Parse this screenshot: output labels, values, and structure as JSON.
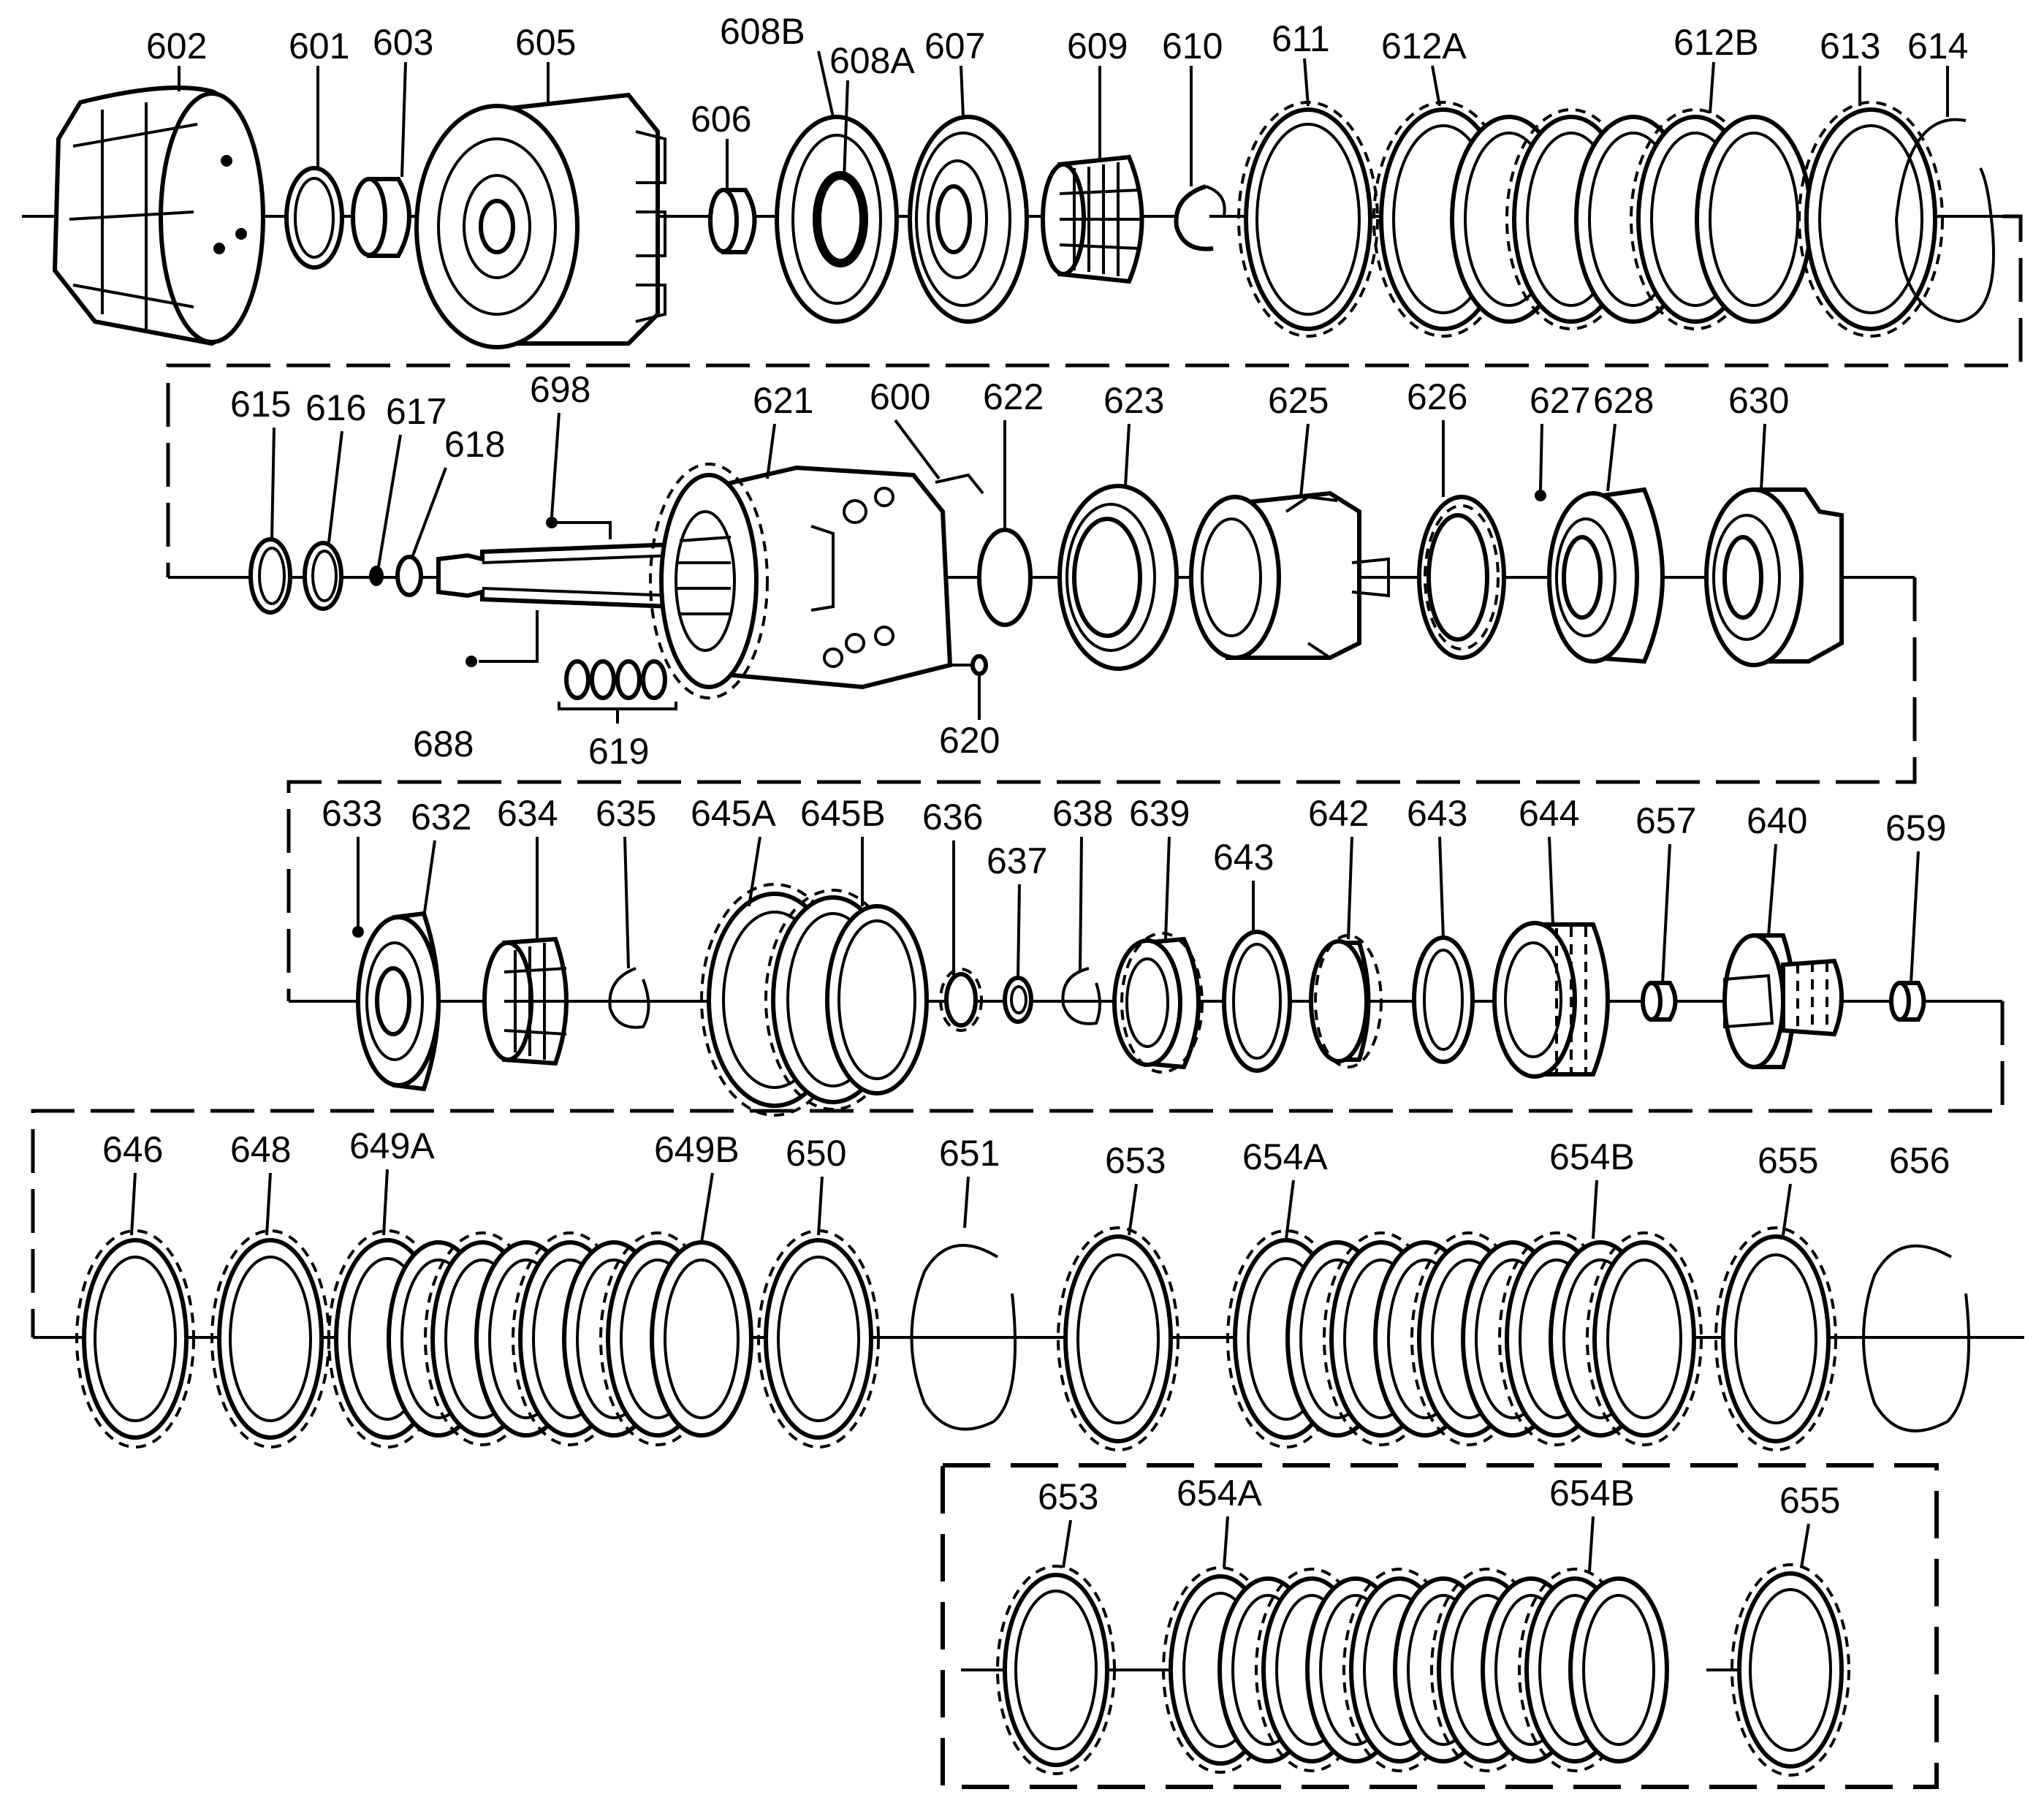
{
  "rows": [
    {
      "id": "row1",
      "parts": [
        {
          "label": "602",
          "kind": "drum"
        },
        {
          "label": "601",
          "kind": "ring"
        },
        {
          "label": "603",
          "kind": "bushing"
        },
        {
          "label": "605",
          "kind": "drum"
        },
        {
          "label": "606",
          "kind": "bushing"
        },
        {
          "label": "608B",
          "kind": "washer"
        },
        {
          "label": "608A",
          "kind": "washer"
        },
        {
          "label": "607",
          "kind": "piston"
        },
        {
          "label": "609",
          "kind": "bearing"
        },
        {
          "label": "610",
          "kind": "snapring"
        },
        {
          "label": "611",
          "kind": "plate"
        },
        {
          "label": "612A",
          "kind": "plate"
        },
        {
          "label": "612B",
          "kind": "plate"
        },
        {
          "label": "613",
          "kind": "plate"
        },
        {
          "label": "614",
          "kind": "snapring"
        }
      ]
    },
    {
      "id": "row2",
      "parts": [
        {
          "label": "615",
          "kind": "ring"
        },
        {
          "label": "616",
          "kind": "ring"
        },
        {
          "label": "617",
          "kind": "ring"
        },
        {
          "label": "618",
          "kind": "ring"
        },
        {
          "label": "698",
          "kind": "ring"
        },
        {
          "label": "621",
          "kind": "drum"
        },
        {
          "label": "600",
          "kind": "ring"
        },
        {
          "label": "622",
          "kind": "ring"
        },
        {
          "label": "623",
          "kind": "piston"
        },
        {
          "label": "625",
          "kind": "drum"
        },
        {
          "label": "626",
          "kind": "bearing"
        },
        {
          "label": "627",
          "kind": "ring"
        },
        {
          "label": "628",
          "kind": "piston"
        },
        {
          "label": "630",
          "kind": "piston"
        },
        {
          "label": "688",
          "kind": "ring"
        },
        {
          "label": "619",
          "kind": "ring"
        },
        {
          "label": "620",
          "kind": "ring"
        }
      ]
    },
    {
      "id": "row3",
      "parts": [
        {
          "label": "633",
          "kind": "ring"
        },
        {
          "label": "632",
          "kind": "piston"
        },
        {
          "label": "634",
          "kind": "bearing"
        },
        {
          "label": "635",
          "kind": "snapring"
        },
        {
          "label": "645A",
          "kind": "plate"
        },
        {
          "label": "645B",
          "kind": "plate"
        },
        {
          "label": "636",
          "kind": "bearing"
        },
        {
          "label": "637",
          "kind": "ring"
        },
        {
          "label": "638",
          "kind": "snapring"
        },
        {
          "label": "639",
          "kind": "drum"
        },
        {
          "label": "643",
          "kind": "ring"
        },
        {
          "label": "642",
          "kind": "bearing"
        },
        {
          "label": "643",
          "kind": "ring"
        },
        {
          "label": "644",
          "kind": "drum"
        },
        {
          "label": "657",
          "kind": "bushing"
        },
        {
          "label": "640",
          "kind": "drum"
        },
        {
          "label": "659",
          "kind": "bushing"
        }
      ]
    },
    {
      "id": "row4",
      "parts": [
        {
          "label": "646",
          "kind": "plate"
        },
        {
          "label": "648",
          "kind": "plate"
        },
        {
          "label": "649A",
          "kind": "plate"
        },
        {
          "label": "649B",
          "kind": "plate"
        },
        {
          "label": "650",
          "kind": "plate"
        },
        {
          "label": "651",
          "kind": "snapring"
        },
        {
          "label": "653",
          "kind": "plate"
        },
        {
          "label": "654A",
          "kind": "plate"
        },
        {
          "label": "654B",
          "kind": "plate"
        },
        {
          "label": "655",
          "kind": "plate"
        },
        {
          "label": "656",
          "kind": "snapring"
        }
      ]
    },
    {
      "id": "row5-inset",
      "parts": [
        {
          "label": "653",
          "kind": "plate"
        },
        {
          "label": "654A",
          "kind": "plate"
        },
        {
          "label": "654B",
          "kind": "plate"
        },
        {
          "label": "655",
          "kind": "plate"
        }
      ]
    }
  ]
}
